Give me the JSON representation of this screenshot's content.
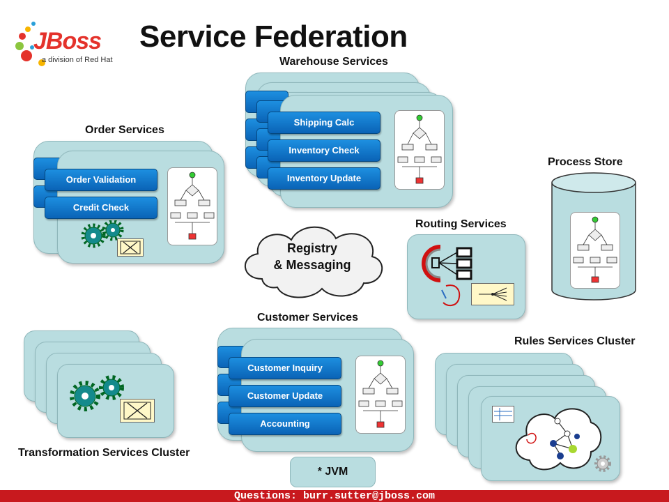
{
  "title": "Service Federation",
  "logo": {
    "brand": "JBoss",
    "subtitle": "a division of Red Hat"
  },
  "sections": {
    "warehouse": "Warehouse Services",
    "order": "Order Services",
    "process_store": "Process Store",
    "routing": "Routing Services",
    "customer": "Customer Services",
    "rules": "Rules Services Cluster",
    "transformation": "Transformation Services Cluster"
  },
  "warehouse_services": [
    "Shipping Calc",
    "Inventory Check",
    "Inventory Update"
  ],
  "order_services": [
    "Order Validation",
    "Credit Check"
  ],
  "customer_services": [
    "Customer Inquiry",
    "Customer Update",
    "Accounting"
  ],
  "registry": {
    "line1": "Registry",
    "line2": "& Messaging"
  },
  "jvm": "* JVM",
  "footer": "Questions: burr.sutter@jboss.com",
  "colors": {
    "panel": "#b9dde0",
    "service_button": "#0a63b6",
    "footer": "#c8191e",
    "gear": "#148a8c"
  }
}
